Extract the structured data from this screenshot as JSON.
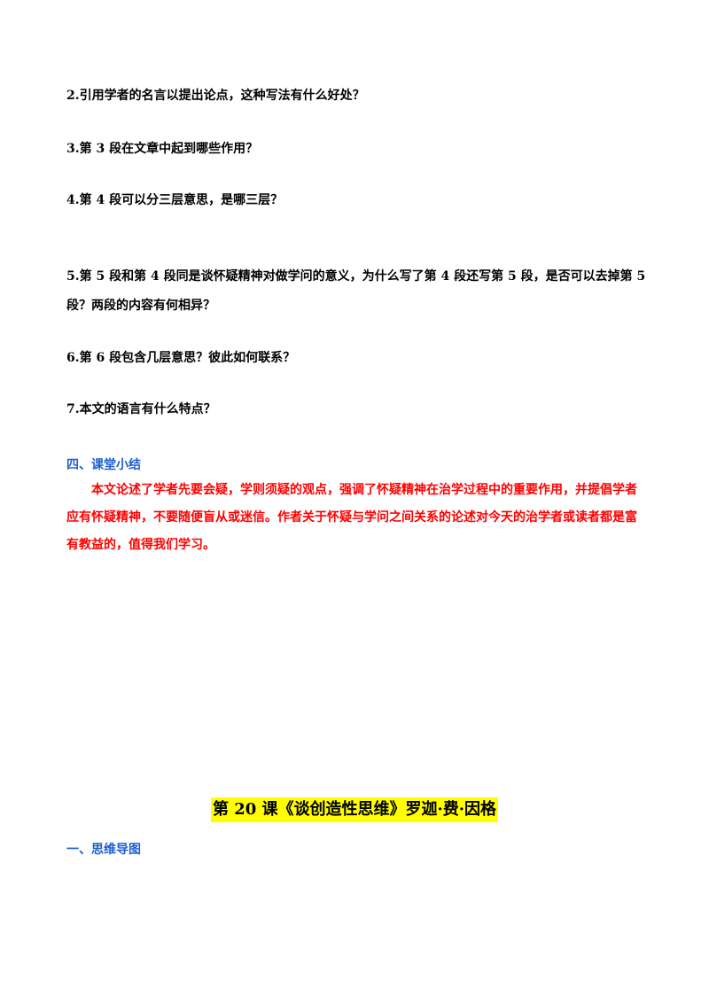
{
  "questions": [
    "2.引用学者的名言以提出论点，这种写法有什么好处？",
    "3.第 3 段在文章中起到哪些作用？",
    "4.第 4 段可以分三层意思，是哪三层？",
    "5.第 5 段和第 4 段同是谈怀疑精神对做学问的意义，为什么写了第 4 段还写第 5 段，是否可以去掉第 5 段？两段的内容有何相异？",
    "6.第 6 段包含几层意思？彼此如何联系？",
    "7.本文的语言有什么特点？"
  ],
  "summary_section": {
    "heading": "四、课堂小结",
    "text": "本文论述了学者先要会疑，学则须疑的观点，强调了怀疑精神在治学过程中的重要作用，并提倡学者应有怀疑精神，不要随便盲从或迷信。作者关于怀疑与学问之间关系的论述对今天的治学者或读者都是富有教益的，值得我们学习。"
  },
  "next_lesson": {
    "title": "第 20 课《谈创造性思维》罗迦·费·因格",
    "section_heading": "一、思维导图"
  }
}
